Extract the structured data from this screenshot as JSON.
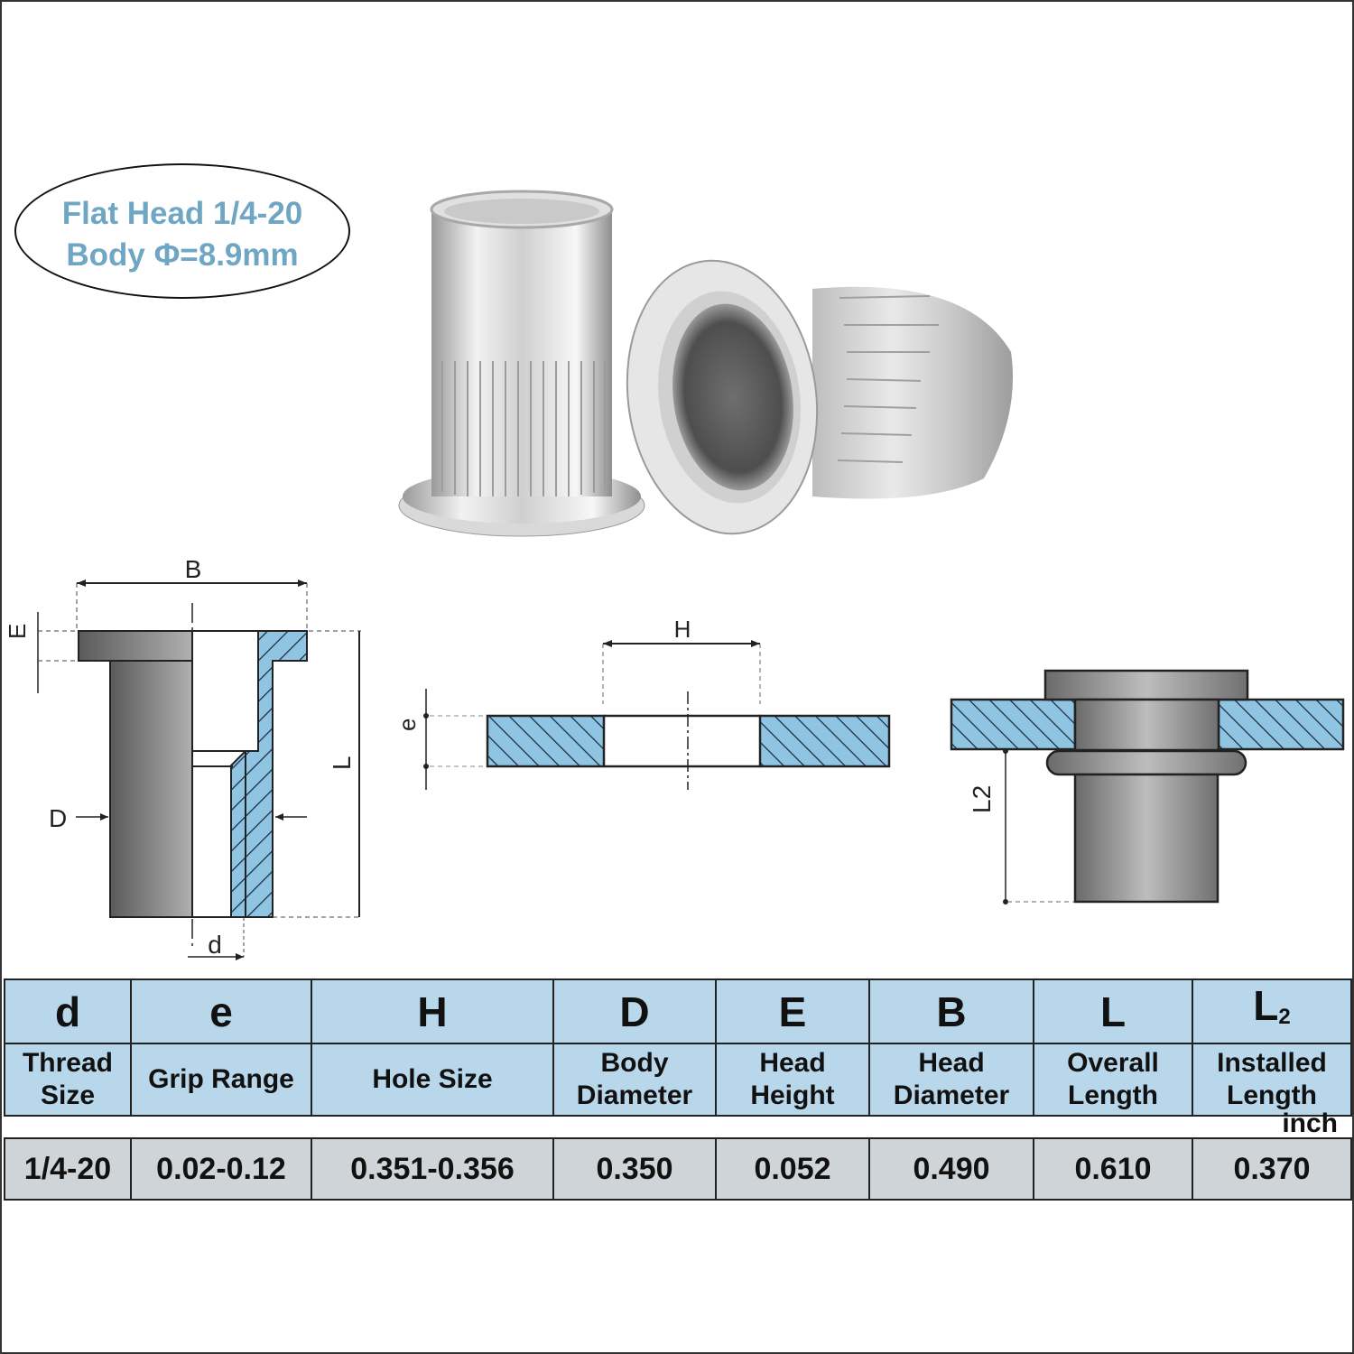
{
  "callout": {
    "line1": "Flat Head 1/4-20",
    "line2": "Body Φ=8.9mm",
    "text_color": "#6fa6c4"
  },
  "photo": {
    "description": "two flat head knurled rivet nuts, silver finish",
    "items": [
      "rivet-nut-standing",
      "rivet-nut-tilted"
    ]
  },
  "diagrams": {
    "cross_section": {
      "labels": {
        "B": "B",
        "E": "E",
        "L": "L",
        "D": "D",
        "d": "d"
      }
    },
    "hole": {
      "labels": {
        "H": "H",
        "e": "e"
      }
    },
    "installed": {
      "labels": {
        "L2": "L2"
      }
    },
    "hatch_color": "#8fc4e3"
  },
  "table": {
    "columns": [
      {
        "symbol": "d",
        "sub": "",
        "label": "Thread Size"
      },
      {
        "symbol": "e",
        "sub": "",
        "label": "Grip Range"
      },
      {
        "symbol": "H",
        "sub": "",
        "label": "Hole Size"
      },
      {
        "symbol": "D",
        "sub": "",
        "label": "Body Diameter"
      },
      {
        "symbol": "E",
        "sub": "",
        "label": "Head Height"
      },
      {
        "symbol": "B",
        "sub": "",
        "label": "Head Diameter"
      },
      {
        "symbol": "L",
        "sub": "",
        "label": "Overall Length"
      },
      {
        "symbol": "L",
        "sub": "2",
        "label": "Installed Length"
      }
    ],
    "unit": "inch",
    "rows": [
      [
        "1/4-20",
        "0.02-0.12",
        "0.351-0.356",
        "0.350",
        "0.052",
        "0.490",
        "0.610",
        "0.370"
      ]
    ],
    "header_bg": "#b8d7ea",
    "value_bg": "#cfd4d8"
  }
}
